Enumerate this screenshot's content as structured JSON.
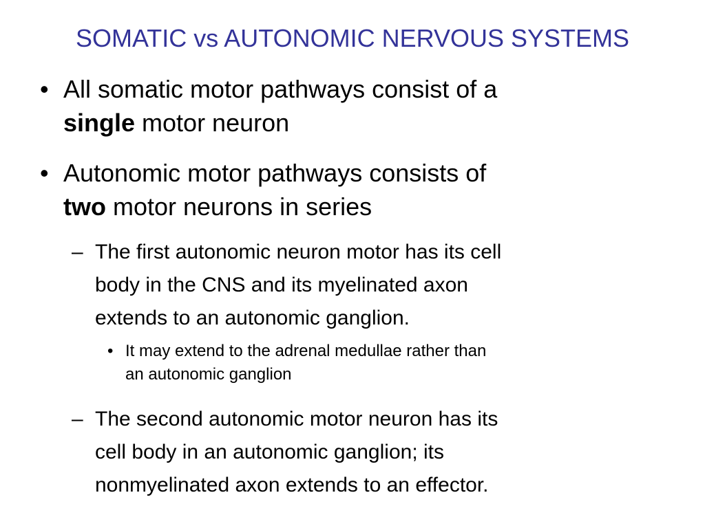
{
  "slide": {
    "title": "SOMATIC vs AUTONOMIC NERVOUS SYSTEMS",
    "colors": {
      "title": "#333399",
      "text": "#000000",
      "background": "#ffffff"
    },
    "bullets": [
      {
        "marker": "•",
        "line1": "All somatic motor pathways consist of a",
        "line2_bold": "single",
        "line2_rest": " motor neuron"
      },
      {
        "marker": "•",
        "line1": "Autonomic motor pathways consists of",
        "line2_bold": "two",
        "line2_rest": " motor neurons in series"
      },
      {
        "marker": "–",
        "lines": [
          "The first autonomic neuron motor has its cell",
          "body in the CNS and its myelinated axon",
          "extends to an autonomic ganglion."
        ]
      },
      {
        "marker": "•",
        "lines": [
          "It may extend to the adrenal medullae rather than",
          "an autonomic ganglion"
        ]
      },
      {
        "marker": "–",
        "lines": [
          "The second autonomic motor neuron has its",
          "cell body in an autonomic ganglion; its",
          "nonmyelinated axon extends to an effector."
        ]
      }
    ]
  }
}
